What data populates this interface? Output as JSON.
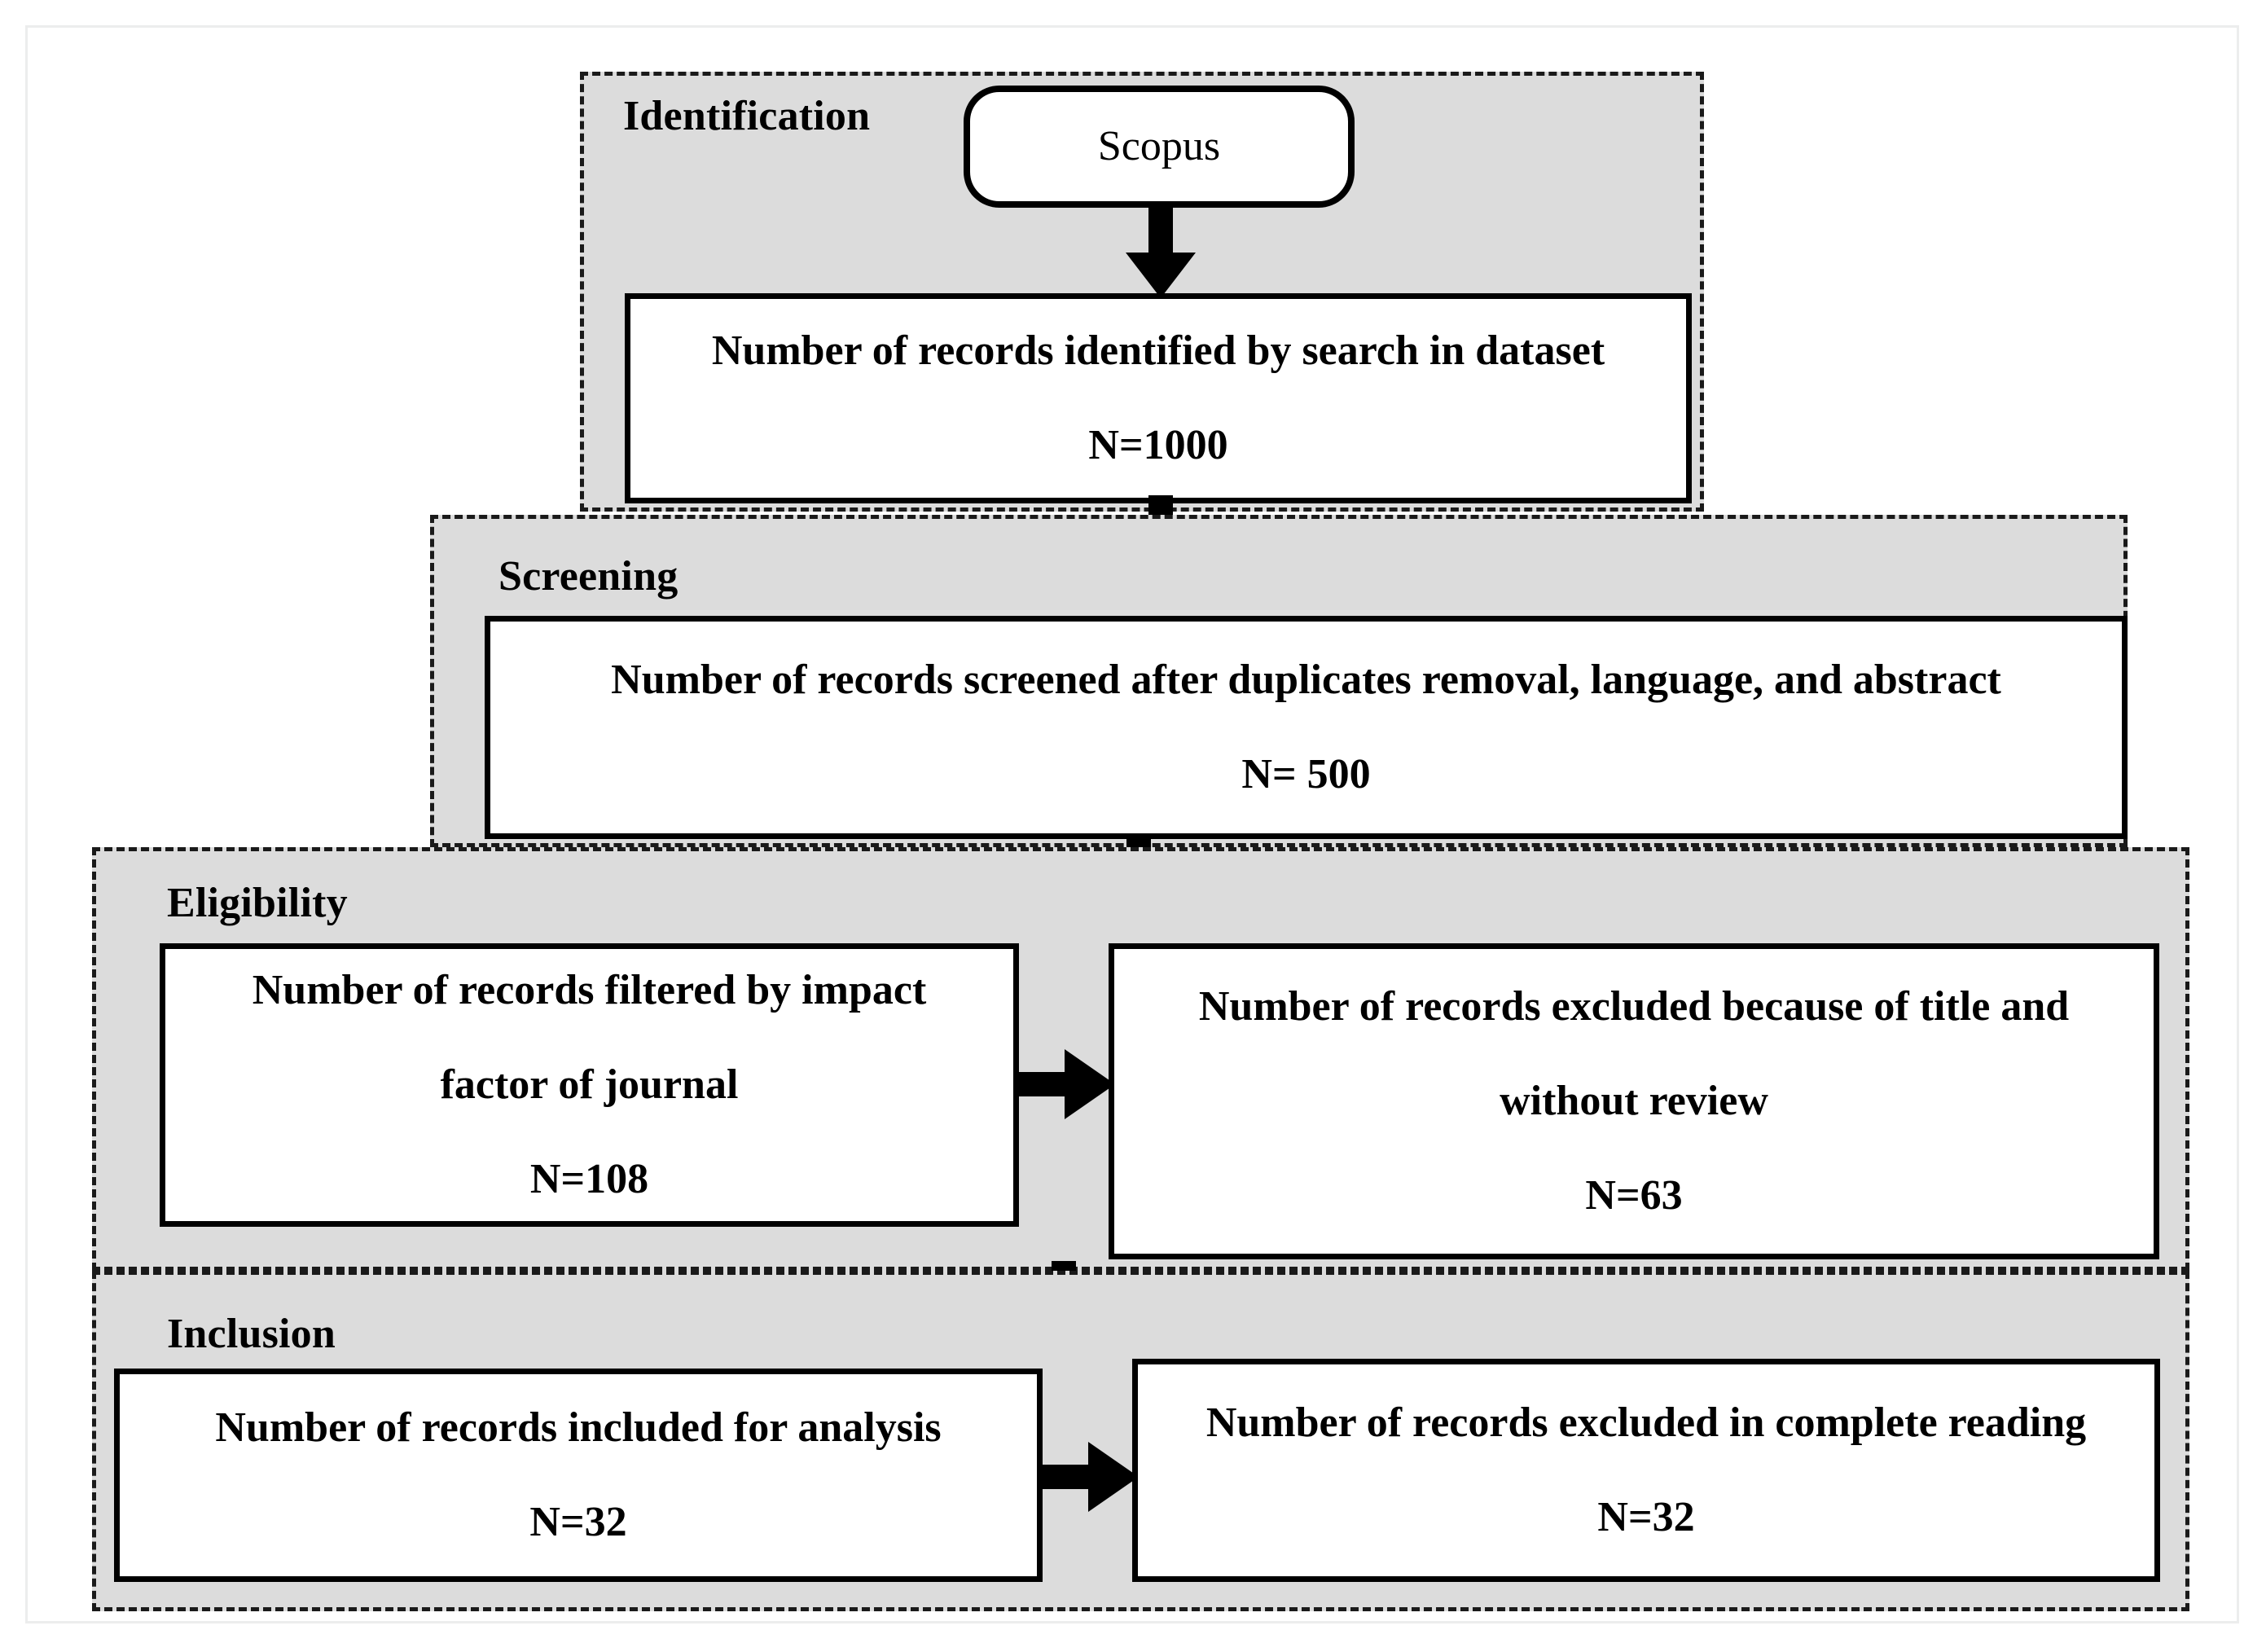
{
  "diagram": {
    "title": "PRISMA records selection flow diagram",
    "background_color": "#ffffff",
    "stage_fill_color": "#dcdcdc",
    "stage_border_color": "#1a1a1a",
    "box_border_color": "#000000",
    "box_fill_color": "#ffffff",
    "arrow_color": "#000000"
  },
  "stages": [
    {
      "key": "identification",
      "label": "Identification"
    },
    {
      "key": "screening",
      "label": "Screening"
    },
    {
      "key": "eligibility",
      "label": "Eligibility"
    },
    {
      "key": "inclusion",
      "label": "Inclusion"
    }
  ],
  "nodes": {
    "source": {
      "shape": "rounded-rectangle",
      "text": "Scopus"
    },
    "identified": {
      "shape": "rectangle",
      "text": "Number of records identified by search in dataset",
      "count_label": "N=1000",
      "count": 1000
    },
    "screened": {
      "shape": "rectangle",
      "text": "Number of records screened after duplicates removal, language, and abstract",
      "count_label": "N= 500",
      "count": 500
    },
    "filtered": {
      "shape": "rectangle",
      "text_line1": "Number of records filtered by impact",
      "text_line2": "factor of journal",
      "count_label": "N=108",
      "count": 108
    },
    "excluded_title": {
      "shape": "rectangle",
      "text_line1": "Number of records excluded because of title and",
      "text_line2": "without review",
      "count_label": "N=63",
      "count": 63
    },
    "included": {
      "shape": "rectangle",
      "text": "Number of records included for analysis",
      "count_label": "N=32",
      "count": 32
    },
    "excluded_reading": {
      "shape": "rectangle",
      "text": "Number of records excluded in complete reading",
      "count_label": "N=32",
      "count": 32
    }
  },
  "arrows": [
    {
      "key": "source-to-identified",
      "direction": "down",
      "from": "source",
      "to": "identified"
    },
    {
      "key": "identified-to-screened",
      "direction": "down",
      "from": "identified",
      "to": "screened"
    },
    {
      "key": "screened-to-filtered",
      "direction": "down",
      "from": "screened",
      "to": "filtered"
    },
    {
      "key": "filtered-to-excluded-title",
      "direction": "right",
      "from": "filtered",
      "to": "excluded_title"
    },
    {
      "key": "filtered-to-included",
      "direction": "down",
      "from": "filtered",
      "to": "included"
    },
    {
      "key": "included-to-excluded-reading",
      "direction": "right",
      "from": "included",
      "to": "excluded_reading"
    }
  ]
}
